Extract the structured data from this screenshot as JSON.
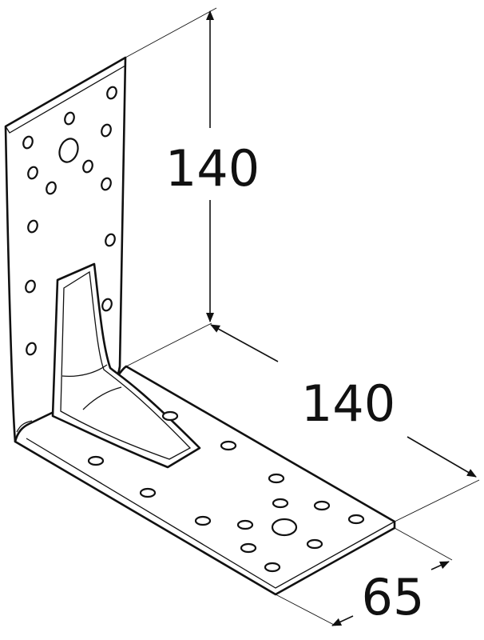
{
  "dimensions": {
    "height": "140",
    "length": "140",
    "width": "65"
  },
  "colors": {
    "line": "#111111",
    "background": "#ffffff"
  }
}
